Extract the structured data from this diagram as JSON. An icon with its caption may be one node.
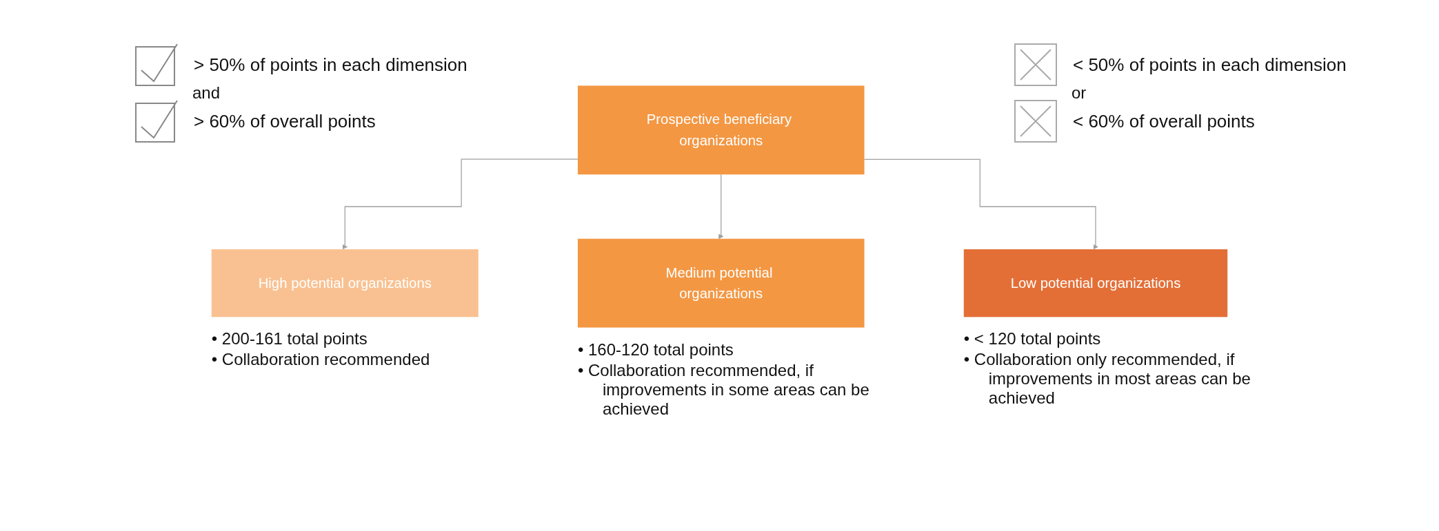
{
  "diagram": {
    "nodes": [
      {
        "text": [
          "Prospective beneficiary organizations"
        ]
      },
      {
        "text": [
          "High potential organizations"
        ],
        "beside": [
          "• 200-161 total points",
          "• Collaboration recommended"
        ]
      },
      {
        "text": [
          "Medium potential organizations"
        ],
        "beside": [
          "• 160-120 total points",
          "• Collaboration recommended, if improvements in some areas can be achieved"
        ]
      },
      {
        "text": [
          "Low potential organizations"
        ],
        "beside": [
          "• < 120 total points",
          "• Collaboration only recommended, if improvements in most areas can be achieved"
        ]
      }
    ],
    "edges": [
      {
        "from": 0,
        "to": 1,
        "arrow": "to"
      },
      {
        "from": 0,
        "to": 2,
        "arrow": "to"
      },
      {
        "from": 0,
        "to": 3,
        "arrow": "to"
      }
    ],
    "labels": [
      "> 50% of points in each dimension",
      "and",
      "> 60% of overall points",
      "< 50% of points in each dimension",
      "or",
      "< 60% of overall points"
    ]
  }
}
